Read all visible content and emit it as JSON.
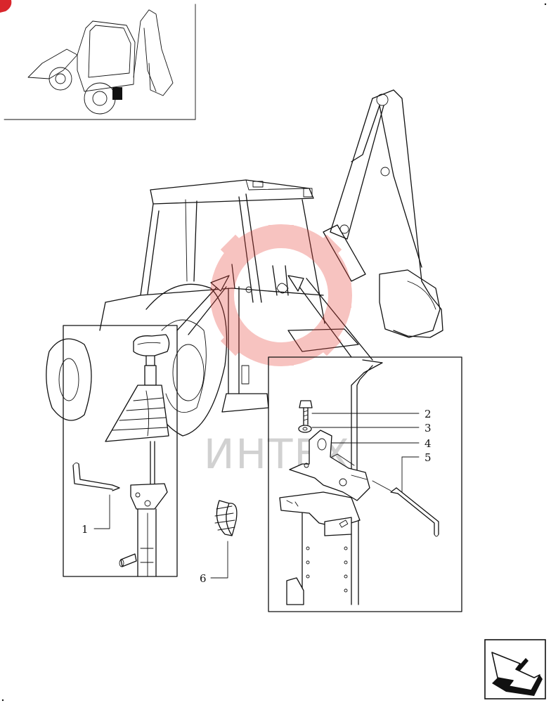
{
  "watermark": {
    "text": "ИНТЕХ",
    "gear_color": "#e8463f"
  },
  "callouts": [
    {
      "id": "1",
      "label": "1"
    },
    {
      "id": "2",
      "label": "2"
    },
    {
      "id": "3",
      "label": "3"
    },
    {
      "id": "4",
      "label": "4"
    },
    {
      "id": "5",
      "label": "5"
    },
    {
      "id": "6",
      "label": "6"
    }
  ],
  "badge": {
    "color": "#d9262c"
  },
  "nav": {
    "icon": "next-page-arrow-icon"
  }
}
